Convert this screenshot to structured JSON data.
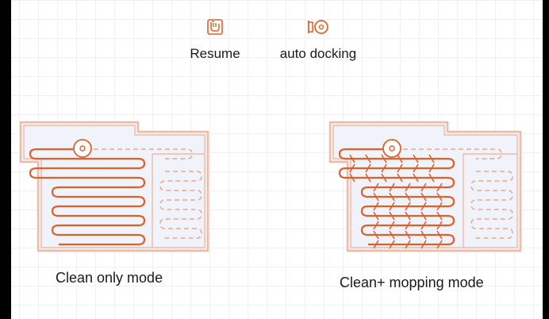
{
  "features": {
    "resume": {
      "label": "Resume",
      "icon": "resume-icon"
    },
    "auto_docking": {
      "label": "auto docking",
      "icon": "auto-docking-icon"
    }
  },
  "modes": [
    {
      "label": "Clean only mode",
      "path_style": "plain"
    },
    {
      "label": "Clean+ mopping  mode",
      "path_style": "mopping"
    }
  ],
  "colors": {
    "accent": "#e0602a",
    "dashed_path": "#f0a58a",
    "room_fill": "#f1f3fb",
    "room_border": "#f3b9a3"
  }
}
